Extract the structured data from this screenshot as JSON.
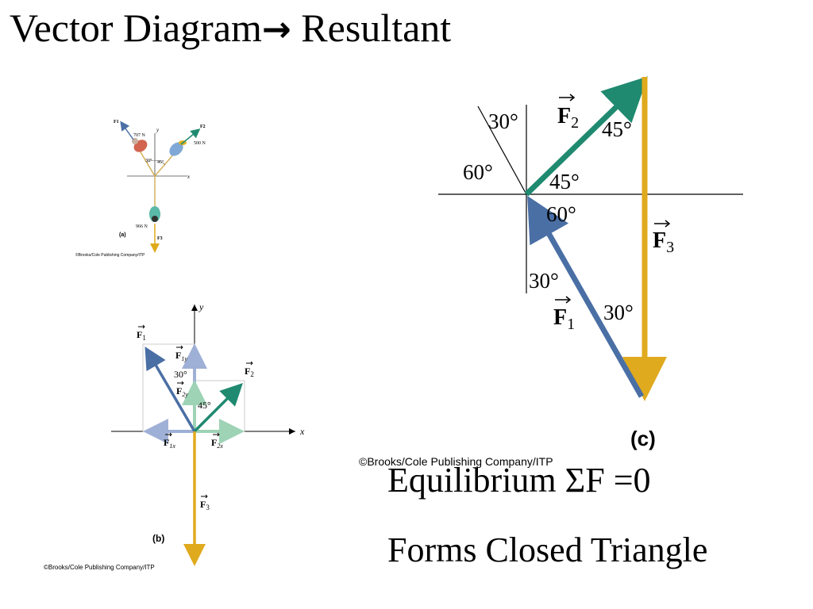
{
  "slide": {
    "title_part1": "Vector Diagram",
    "title_arrow": "→",
    "title_part2": " Resultant",
    "caption_equilibrium": "Equilibrium  ΣF =0",
    "caption_triangle": "Forms Closed Triangle"
  },
  "figure_a": {
    "label": "(a)",
    "f1": "F1",
    "f2": "F2",
    "f3": "F3",
    "f1_value": "707 N",
    "f2_value": "500 N",
    "f3_value": "966 N",
    "angle_left": "30°",
    "angle_right": "45°",
    "axis_x": "x",
    "axis_y": "y",
    "copyright": "©Brooks/Cole Publishing Company/ITP"
  },
  "figure_b": {
    "label": "(b)",
    "f1": "F",
    "f1_sub": "1",
    "f2": "F",
    "f2_sub": "2",
    "f3": "F",
    "f3_sub": "3",
    "f1x": "F",
    "f1x_sub": "1x",
    "f1y": "F",
    "f1y_sub": "1y",
    "f2x": "F",
    "f2x_sub": "2x",
    "f2y": "F",
    "f2y_sub": "2y",
    "angle_30": "30°",
    "angle_45": "45°",
    "axis_x": "x",
    "axis_y": "y",
    "copyright": "©Brooks/Cole Publishing Company/ITP"
  },
  "figure_c": {
    "label": "(c)",
    "f1": "F",
    "f1_sub": "1",
    "f2": "F",
    "f2_sub": "2",
    "f3": "F",
    "f3_sub": "3",
    "angle_30_top": "30°",
    "angle_60_left": "60°",
    "angle_45_top": "45°",
    "angle_45_origin": "45°",
    "angle_60_origin": "60°",
    "angle_30_lower": "30°",
    "angle_30_bottom": "30°",
    "copyright": "©Brooks/Cole Publishing Company/ITP"
  },
  "colors": {
    "f1": "#4a6fa5",
    "f2": "#1f8a70",
    "f3": "#e0aa1e",
    "f1_comp": "#9fb0d6",
    "f2_comp": "#9ed3b6",
    "axis": "#000000"
  }
}
